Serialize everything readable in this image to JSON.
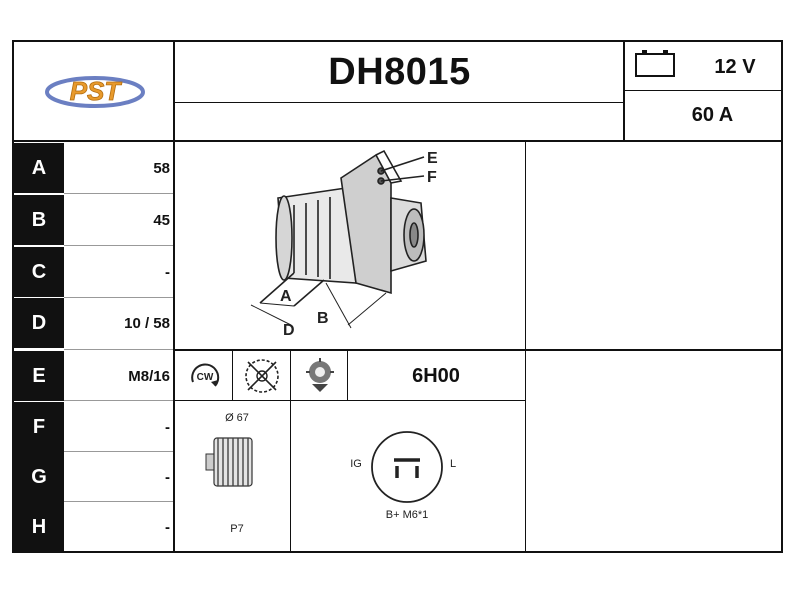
{
  "logo": {
    "text": "PST",
    "icon": "pst-logo-icon"
  },
  "part_number": "DH8015",
  "specs": {
    "voltage": "12 V",
    "current": "60 A",
    "battery_icon": "battery-icon"
  },
  "dimensions": [
    {
      "letter": "A",
      "value": "58"
    },
    {
      "letter": "B",
      "value": "45"
    },
    {
      "letter": "C",
      "value": "-"
    },
    {
      "letter": "D",
      "value": "10 / 58"
    },
    {
      "letter": "E",
      "value": "M8/16"
    },
    {
      "letter": "F",
      "value": "-"
    },
    {
      "letter": "G",
      "value": "-"
    },
    {
      "letter": "H",
      "value": "-"
    }
  ],
  "diagram_labels": {
    "A": "A",
    "B": "B",
    "D": "D",
    "E": "E",
    "F": "F"
  },
  "rotation": {
    "label": "CW",
    "icon": "clockwise-rotation-icon"
  },
  "fan_icon": "fan-crossed-icon",
  "regulator_icon": "regulator-icon",
  "regulator_position": "6H00",
  "pulley": {
    "diameter": "Ø 67",
    "type": "P7"
  },
  "connector": {
    "left": "IG",
    "right": "L",
    "bottom": "B+ M6*1"
  }
}
